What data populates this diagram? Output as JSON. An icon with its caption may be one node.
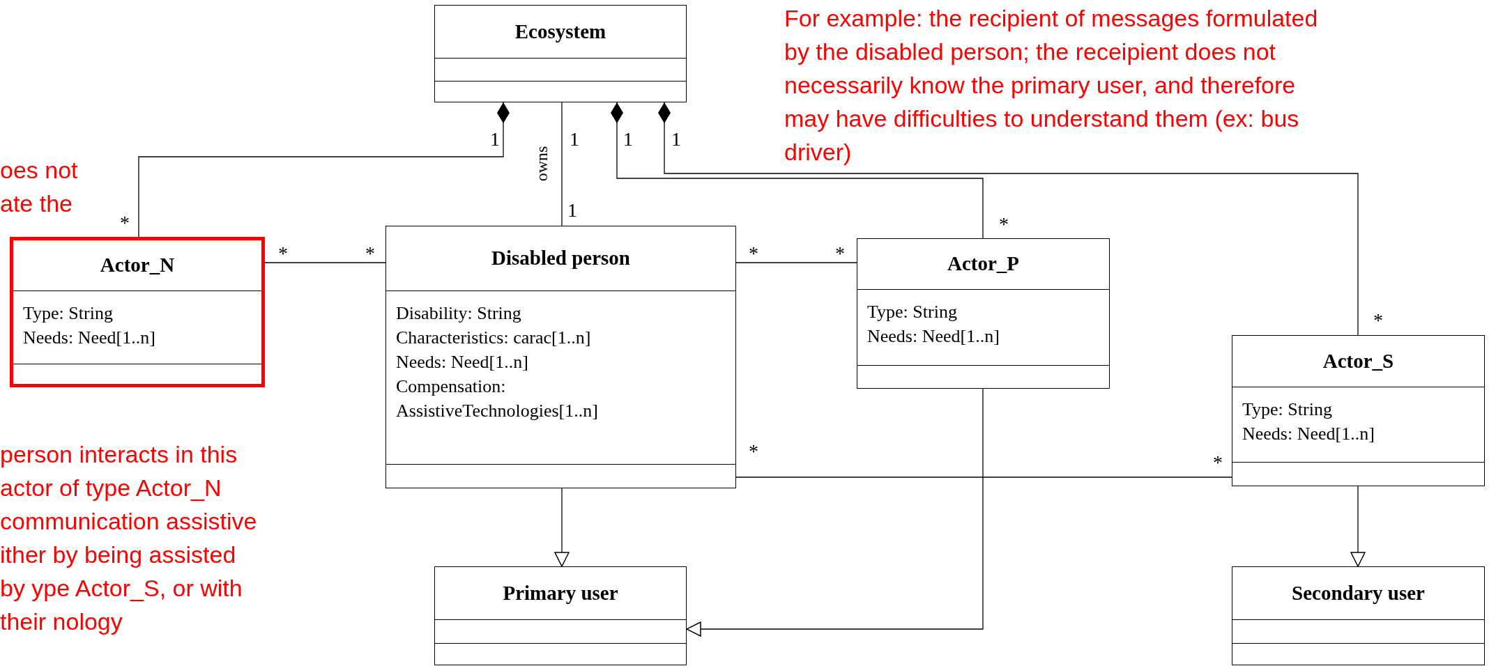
{
  "diagram": {
    "nodes": [
      {
        "text": [
          "Ecosystem"
        ]
      },
      {
        "text": [
          "Actor_N",
          "Type: String",
          "Needs: Need[1..n]"
        ]
      },
      {
        "text": [
          "Disabled person",
          "Disability: String",
          "Characteristics: carac[1..n]",
          "Needs: Need[1..n]",
          "Compensation: AssistiveTechnologies[1..n]"
        ]
      },
      {
        "text": [
          "Actor_P",
          "Type: String",
          "Needs: Need[1..n]"
        ]
      },
      {
        "text": [
          "Actor_S",
          "Type: String",
          "Needs: Need[1..n]"
        ]
      },
      {
        "text": [
          "Primary user"
        ]
      },
      {
        "text": [
          "Secondary user"
        ]
      }
    ],
    "edges": [
      {
        "from": 0,
        "to": 1,
        "arrow": "other"
      },
      {
        "from": 0,
        "to": 2,
        "arrow": "none",
        "label": "owns"
      },
      {
        "from": 0,
        "to": 3,
        "arrow": "other"
      },
      {
        "from": 0,
        "to": 4,
        "arrow": "other"
      },
      {
        "from": 1,
        "to": 2,
        "arrow": "none"
      },
      {
        "from": 2,
        "to": 3,
        "arrow": "none"
      },
      {
        "from": 2,
        "to": 4,
        "arrow": "none"
      },
      {
        "from": 2,
        "to": 5,
        "arrow": "to"
      },
      {
        "from": 3,
        "to": 5,
        "arrow": "to"
      },
      {
        "from": 4,
        "to": 6,
        "arrow": "to"
      }
    ],
    "labels": [
      "For example: the recipient of messages formulated by the disabled person; the receipient does not necessarily know the primary user, and therefore may have difficulties to understand them (ex: bus driver)",
      "1",
      "1",
      "1",
      "1",
      "oes not ate the",
      "*",
      "1",
      "*",
      "*",
      "*",
      "*",
      "*",
      "*",
      "*",
      "*",
      "person interacts in this actor of type Actor_N communication assistive ither by being assisted by ype Actor_S, or with their nology"
    ]
  }
}
